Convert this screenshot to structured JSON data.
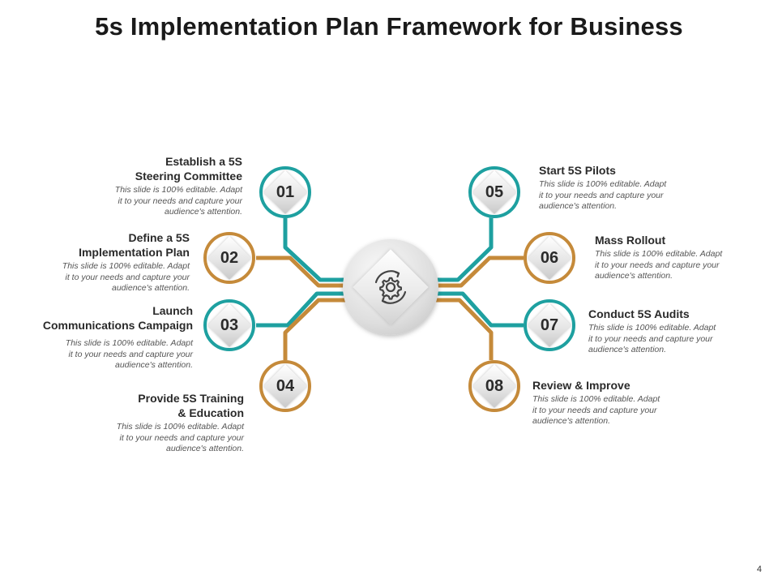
{
  "title": "5s Implementation Plan Framework for Business",
  "page_number": "4",
  "colors": {
    "teal": "#1ea0a0",
    "gold": "#c58a3a"
  },
  "hub": {
    "icon": "gear-cycle-icon"
  },
  "steps": [
    {
      "number": "01",
      "color": "teal",
      "title": "Establish a 5S\nSteering Committee",
      "description": "This slide is 100% editable. Adapt\nit to your needs and capture your\naudience's attention."
    },
    {
      "number": "02",
      "color": "gold",
      "title": "Define a 5S\nImplementation Plan",
      "description": "This slide is 100% editable. Adapt\nit to your needs and capture your\naudience's attention."
    },
    {
      "number": "03",
      "color": "teal",
      "title": "Launch\nCommunications Campaign",
      "description": "This slide is 100% editable. Adapt\nit to your needs and capture your\naudience's attention."
    },
    {
      "number": "04",
      "color": "gold",
      "title": "Provide 5S Training\n& Education",
      "description": "This slide is 100% editable. Adapt\nit to your needs and capture your\naudience's attention."
    },
    {
      "number": "05",
      "color": "teal",
      "title": "Start 5S Pilots",
      "description": "This slide is 100% editable. Adapt\nit to your needs and capture your\naudience's attention."
    },
    {
      "number": "06",
      "color": "gold",
      "title": "Mass Rollout",
      "description": "This slide is 100% editable. Adapt\nit to your needs and capture your\naudience's attention."
    },
    {
      "number": "07",
      "color": "teal",
      "title": "Conduct 5S Audits",
      "description": "This slide is 100% editable. Adapt\nit to your needs and capture your\naudience's attention."
    },
    {
      "number": "08",
      "color": "gold",
      "title": "Review & Improve",
      "description": "This slide is 100% editable. Adapt\nit to your needs and capture your\naudience's attention."
    }
  ]
}
